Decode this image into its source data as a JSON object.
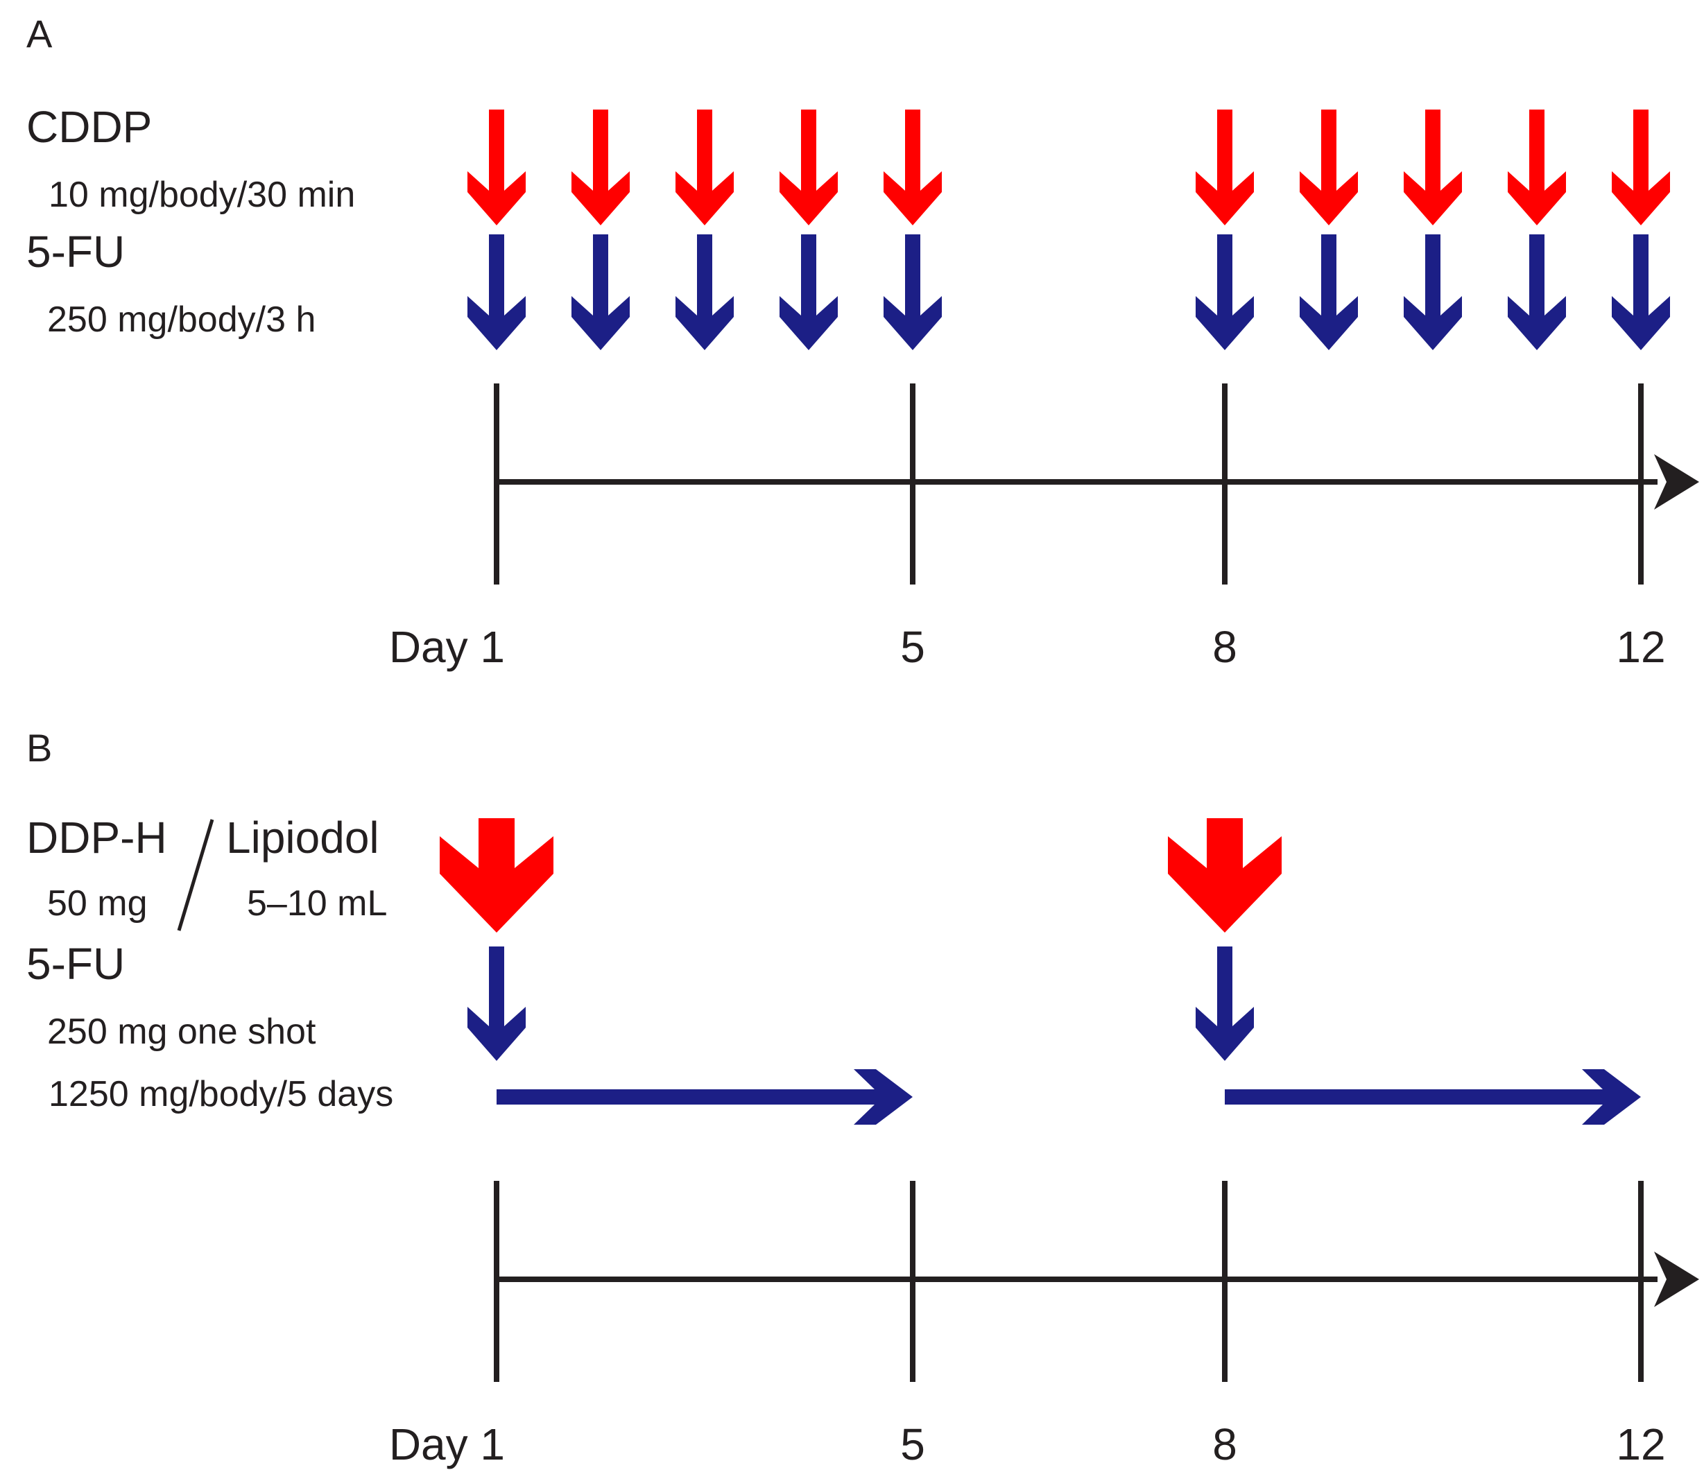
{
  "colors": {
    "cddp_red": "#ff0000",
    "fu_blue": "#1c1f86",
    "axis": "#231f20"
  },
  "panel_a": {
    "letter": "A",
    "cddp": {
      "name": "CDDP",
      "dose": "10 mg/body/30 min"
    },
    "fu": {
      "name": "5-FU",
      "dose": "250 mg/body/3 h"
    },
    "dosing_days_note": "daily dosing arrows",
    "axis": {
      "ticks": [
        {
          "day": 1,
          "label": "Day 1"
        },
        {
          "day": 5,
          "label": "5"
        },
        {
          "day": 8,
          "label": "8"
        },
        {
          "day": 12,
          "label": "12"
        }
      ]
    }
  },
  "panel_b": {
    "letter": "B",
    "ddph": {
      "name": "DDP-H",
      "dose": "50 mg"
    },
    "lipiodol": {
      "name": "Lipiodol",
      "dose": "5–10 mL"
    },
    "fu": {
      "name": "5-FU",
      "dose_shot": "250 mg one shot",
      "dose_infusion": "1250 mg/body/5 days"
    },
    "axis": {
      "ticks": [
        {
          "day": 1,
          "label": "Day 1"
        },
        {
          "day": 5,
          "label": "5"
        },
        {
          "day": 8,
          "label": "8"
        },
        {
          "day": 12,
          "label": "12"
        }
      ]
    }
  },
  "schedule": {
    "panel_a_dosing_days": [
      1,
      2,
      3,
      4,
      5,
      8,
      9,
      10,
      11,
      12
    ],
    "panel_b_shot_days": [
      1,
      8
    ],
    "panel_b_infusions": [
      {
        "start": 1,
        "end": 5
      },
      {
        "start": 8,
        "end": 12
      }
    ]
  }
}
